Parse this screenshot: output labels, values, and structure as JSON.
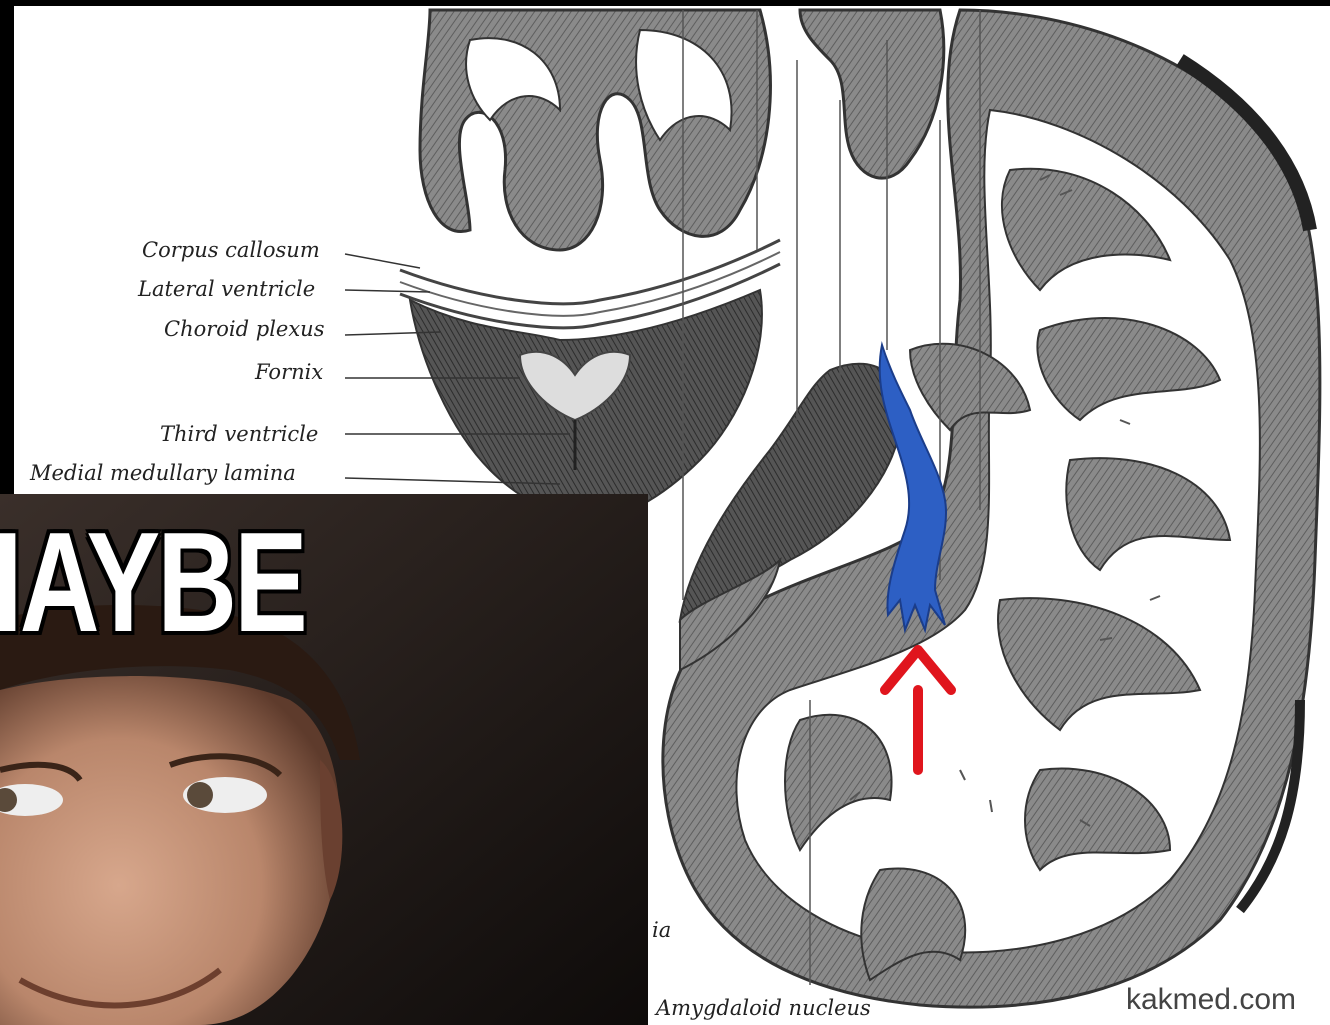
{
  "diagram": {
    "labels": [
      {
        "id": "corpus-callosum",
        "text": "Corpus callosum"
      },
      {
        "id": "lateral-ventricle",
        "text": "Lateral ventricle"
      },
      {
        "id": "choroid-plexus",
        "text": "Choroid plexus"
      },
      {
        "id": "fornix",
        "text": "Fornix"
      },
      {
        "id": "third-ventricle",
        "text": "Third ventricle"
      },
      {
        "id": "medial-medullary-lamina",
        "text": "Medial medullary lamina"
      },
      {
        "id": "amygdaloid-nucleus",
        "text": "Amygdaloid nucleus"
      },
      {
        "id": "partial-ia",
        "text": "ia"
      }
    ],
    "highlight_color": "#2d5fc4",
    "arrow_color": "#e0151d"
  },
  "meme": {
    "caption": "IAYBE"
  },
  "watermark": "kakmed.com"
}
